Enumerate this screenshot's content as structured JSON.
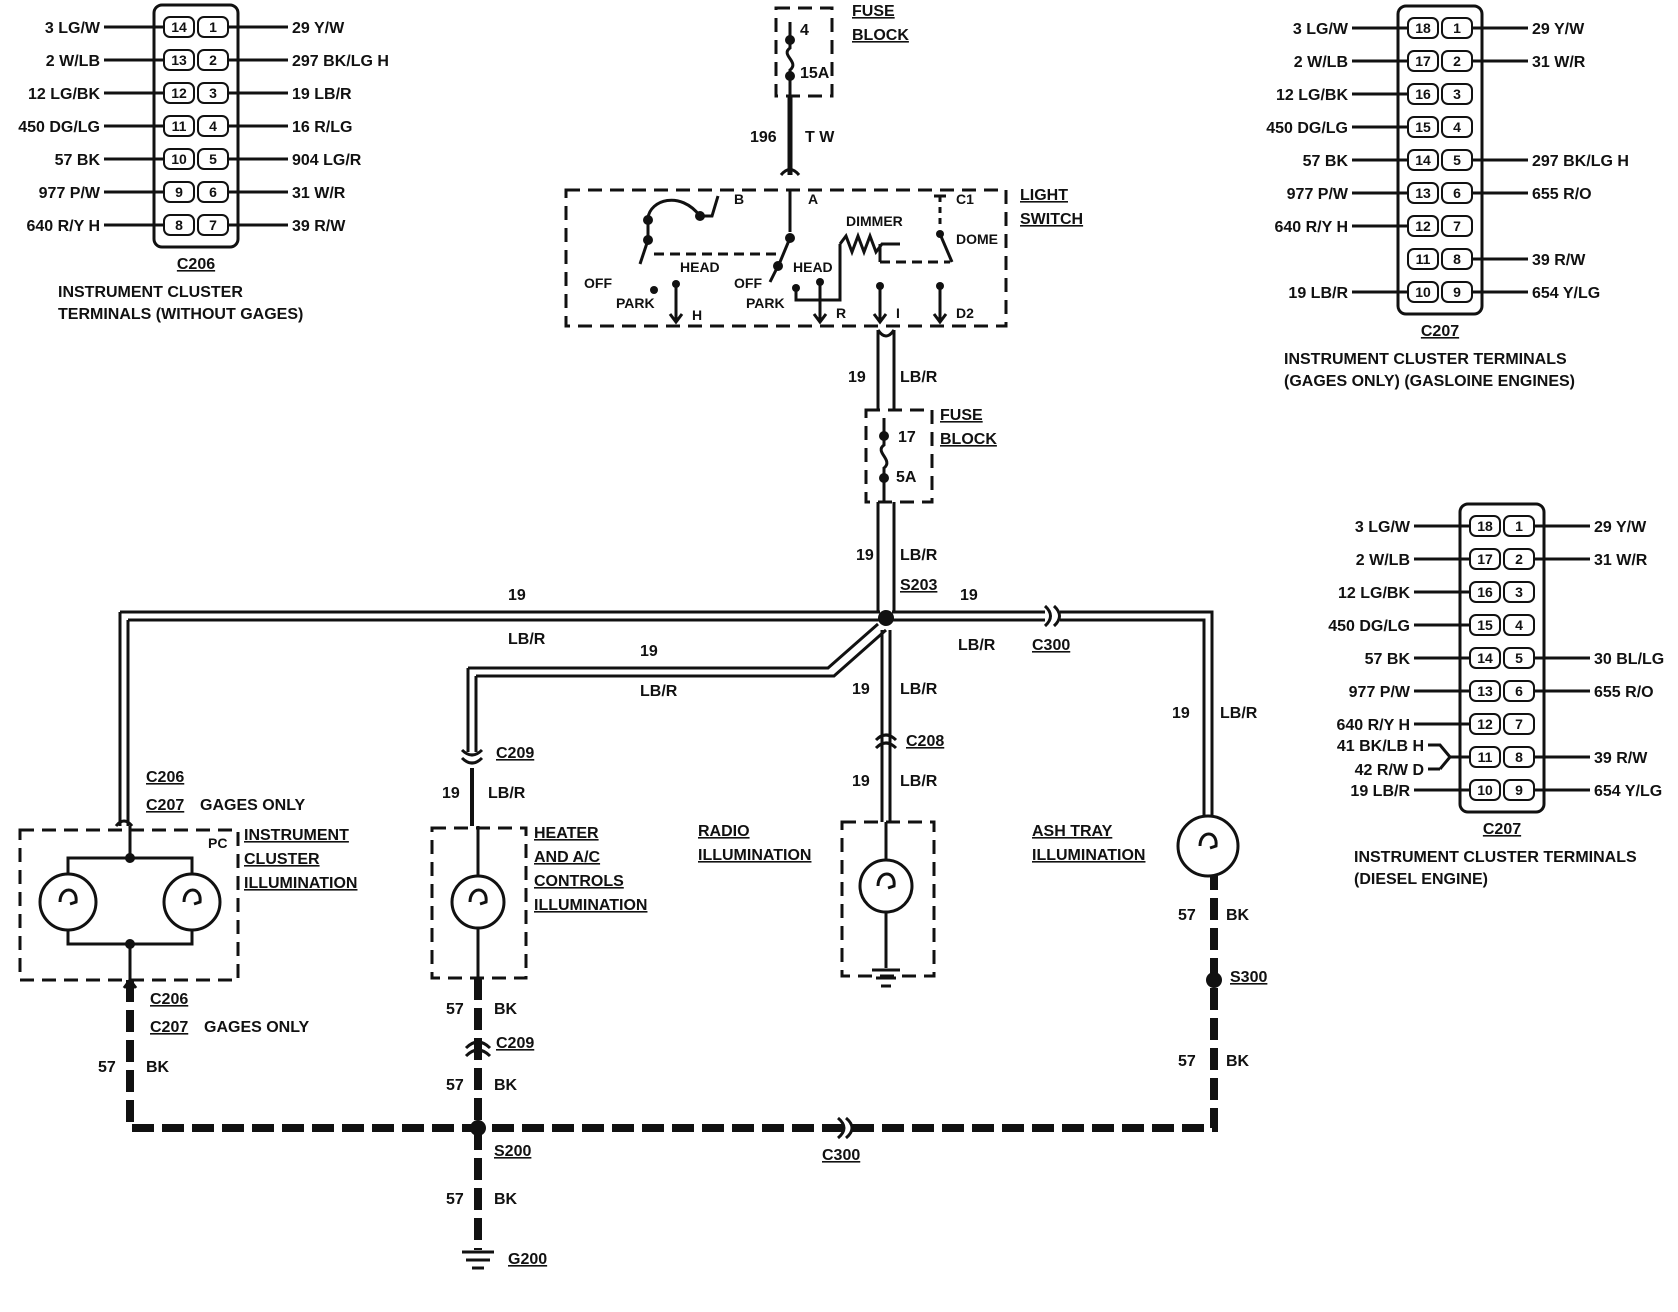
{
  "fuse_top": {
    "number": "4",
    "rating": "15A",
    "label_1": "FUSE",
    "label_2": "BLOCK"
  },
  "wire_196": {
    "circuit": "196",
    "color": "T W"
  },
  "light_switch": {
    "label_1": "LIGHT",
    "label_2": "SWITCH",
    "pins": {
      "b": "B",
      "a": "A",
      "c1": "C1",
      "h": "H",
      "r": "R",
      "i": "I",
      "d2": "D2"
    },
    "positions": {
      "off_1": "OFF",
      "head_1": "HEAD",
      "park_1": "PARK",
      "off_2": "OFF",
      "head_2": "HEAD",
      "park_2": "PARK"
    },
    "dimmer": "DIMMER",
    "dome": "DOME"
  },
  "fuse_mid": {
    "number": "17",
    "rating": "5A",
    "label_1": "FUSE",
    "label_2": "BLOCK"
  },
  "wire_19": {
    "circuit": "19",
    "color": "LB/R"
  },
  "wire_57": {
    "circuit": "57",
    "color": "BK"
  },
  "splices": {
    "s203": "S203",
    "s200": "S200",
    "s300": "S300"
  },
  "connectors": {
    "c300_top": "C300",
    "c300_bottom": "C300",
    "c209_top": "C209",
    "c209_bottom": "C209",
    "c208": "C208",
    "c206_top": "C206",
    "c207_top": "C207",
    "gages_only_top": "GAGES ONLY",
    "c206_bottom": "C206",
    "c207_bottom": "C207",
    "gages_only_bottom": "GAGES ONLY"
  },
  "ground": "G200",
  "loads": {
    "instrument_cluster": [
      "INSTRUMENT",
      "CLUSTER",
      "ILLUMINATION"
    ],
    "pc": "PC",
    "heater": [
      "HEATER",
      "AND A/C",
      "CONTROLS",
      "ILLUMINATION"
    ],
    "radio": [
      "RADIO",
      "ILLUMINATION"
    ],
    "ash_tray": [
      "ASH TRAY",
      "ILLUMINATION"
    ]
  },
  "c206_block": {
    "name": "C206",
    "caption": [
      "INSTRUMENT CLUSTER",
      "TERMINALS (WITHOUT GAGES)"
    ],
    "rows": [
      {
        "left": "3 LG/W",
        "lpin": "14",
        "rpin": "1",
        "right": "29 Y/W"
      },
      {
        "left": "2 W/LB",
        "lpin": "13",
        "rpin": "2",
        "right": "297 BK/LG H"
      },
      {
        "left": "12 LG/BK",
        "lpin": "12",
        "rpin": "3",
        "right": "19 LB/R"
      },
      {
        "left": "450 DG/LG",
        "lpin": "11",
        "rpin": "4",
        "right": "16 R/LG"
      },
      {
        "left": "57 BK",
        "lpin": "10",
        "rpin": "5",
        "right": "904 LG/R"
      },
      {
        "left": "977 P/W",
        "lpin": "9",
        "rpin": "6",
        "right": "31 W/R"
      },
      {
        "left": "640 R/Y H",
        "lpin": "8",
        "rpin": "7",
        "right": "39 R/W"
      }
    ]
  },
  "c207_gas_block": {
    "name": "C207",
    "caption": [
      "INSTRUMENT CLUSTER TERMINALS",
      "(GAGES ONLY) (GASLOINE ENGINES)"
    ],
    "rows": [
      {
        "left": "3 LG/W",
        "lpin": "18",
        "rpin": "1",
        "right": "29 Y/W"
      },
      {
        "left": "2 W/LB",
        "lpin": "17",
        "rpin": "2",
        "right": "31 W/R"
      },
      {
        "left": "12 LG/BK",
        "lpin": "16",
        "rpin": "3",
        "right": ""
      },
      {
        "left": "450 DG/LG",
        "lpin": "15",
        "rpin": "4",
        "right": ""
      },
      {
        "left": "57 BK",
        "lpin": "14",
        "rpin": "5",
        "right": "297 BK/LG H"
      },
      {
        "left": "977 P/W",
        "lpin": "13",
        "rpin": "6",
        "right": "655 R/O"
      },
      {
        "left": "640 R/Y H",
        "lpin": "12",
        "rpin": "7",
        "right": ""
      },
      {
        "left": "",
        "lpin": "11",
        "rpin": "8",
        "right": "39 R/W"
      },
      {
        "left": "19 LB/R",
        "lpin": "10",
        "rpin": "9",
        "right": "654 Y/LG"
      }
    ]
  },
  "c207_diesel_block": {
    "name": "C207",
    "caption": [
      "INSTRUMENT CLUSTER TERMINALS",
      "(DIESEL ENGINE)"
    ],
    "rows": [
      {
        "left": "3 LG/W",
        "lpin": "18",
        "rpin": "1",
        "right": "29 Y/W"
      },
      {
        "left": "2 W/LB",
        "lpin": "17",
        "rpin": "2",
        "right": "31 W/R"
      },
      {
        "left": "12 LG/BK",
        "lpin": "16",
        "rpin": "3",
        "right": ""
      },
      {
        "left": "450 DG/LG",
        "lpin": "15",
        "rpin": "4",
        "right": ""
      },
      {
        "left": "57 BK",
        "lpin": "14",
        "rpin": "5",
        "right": "30 BL/LG"
      },
      {
        "left": "977 P/W",
        "lpin": "13",
        "rpin": "6",
        "right": "655 R/O"
      },
      {
        "left": "640 R/Y H",
        "lpin": "12",
        "rpin": "7",
        "right": ""
      },
      {
        "left": "41 BK/LB H",
        "left2": "42 R/W D",
        "lpin": "11",
        "rpin": "8",
        "right": "39 R/W"
      },
      {
        "left": "19 LB/R",
        "lpin": "10",
        "rpin": "9",
        "right": "654 Y/LG"
      }
    ]
  }
}
